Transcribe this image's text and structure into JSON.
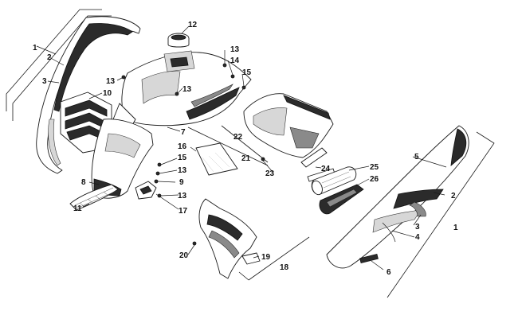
{
  "callouts": {
    "c1_left": "1",
    "c2_left": "2",
    "c3_left": "3",
    "c10": "10",
    "c12": "12",
    "c13_top_left": "13",
    "c13_mid": "13",
    "c13_top_right": "13",
    "c14": "14",
    "c15_top": "15",
    "c7": "7",
    "c22": "22",
    "c16": "16",
    "c15_mid": "15",
    "c13_lower": "13",
    "c9": "9",
    "c13_bottom": "13",
    "c8": "8",
    "c11": "11",
    "c17": "17",
    "c21": "21",
    "c23": "23",
    "c24": "24",
    "c25": "25",
    "c26": "26",
    "c5": "5",
    "c2_right": "2",
    "c1_right": "1",
    "c3_right": "3",
    "c4": "4",
    "c6": "6",
    "c20": "20",
    "c19": "19",
    "c18": "18"
  }
}
